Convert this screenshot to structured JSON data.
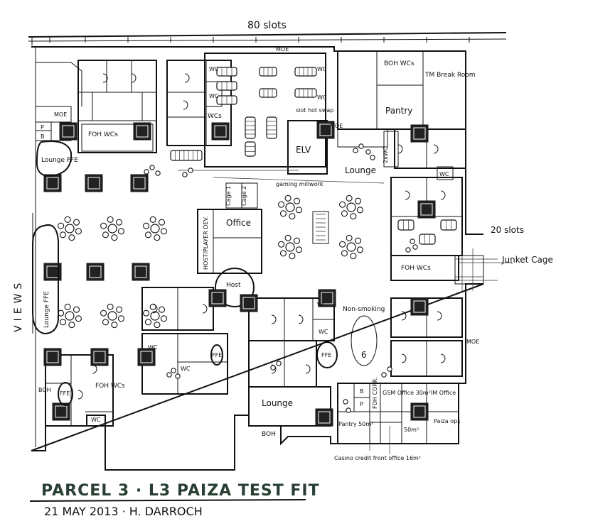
{
  "labels": {
    "slots_top": "80 slots",
    "slots_right": "20 slots",
    "junket_cage": "Junket Cage",
    "moe_top": "MOE",
    "moe_left": "MOE",
    "moe_slot": "MOE",
    "moe_right": "MOE",
    "p_left": "P",
    "b_left": "B",
    "foh_wcs_top": "FOH WCs",
    "wcs_center": "WCs",
    "wc_a": "WC",
    "wc_b": "WC",
    "wc_c": "WC",
    "wc_d": "WC",
    "slot_hotswap": "slot hot swap",
    "elv": "ELV",
    "boh_wcs": "BOH WCs",
    "tm_break_room": "TM Break Room",
    "pantry_top": "Pantry",
    "lounge_ffe_left": "Lounge FFE",
    "lounge_center": "Lounge",
    "two_x_wc": "2xWC",
    "wc_right_1": "WC",
    "gaming_millwork": "gaming millwork",
    "cage_1": "Cage 1",
    "cage_2": "Cage 2",
    "office_center": "Office",
    "host_player_dev": "HOST/PLAYER DEV.",
    "host": "Host",
    "foh_wcs_right": "FOH WCs",
    "views": "VIEWS",
    "lounge_ffe_vertical": "Lounge FFE",
    "non_smoking": "Non-smoking",
    "wc_ns_1": "WC",
    "wc_ns_2": "WC",
    "table_6": "6",
    "ffe_center": "FFE",
    "ffe_left_bottom": "FFE",
    "ffe_mid_bottom": "FFE",
    "foh_wcs_bottom": "FOH WCs",
    "boh_left": "BOH",
    "wc_bottom_left": "WC",
    "wc_bottom_mid": "WC",
    "wc_bottom_mid2": "WC",
    "lounge_bottom": "Lounge",
    "boh_bottom": "BOH",
    "b_bottom": "B",
    "p_bottom": "P",
    "foh_corr": "FOH CORR.",
    "gsm_office": "GSM Office 30m²",
    "im_office": "IM Office",
    "pantry_bottom": "Pantry 50m²",
    "area_50": "50m²",
    "paiza_ops": "Paiza ops",
    "casino_credit": "Casino credit front office 16m²"
  },
  "title_block": {
    "title": "PARCEL 3 · L3 PAIZA TEST FIT",
    "subtitle": "21 MAY 2013 · H. DARROCH"
  }
}
